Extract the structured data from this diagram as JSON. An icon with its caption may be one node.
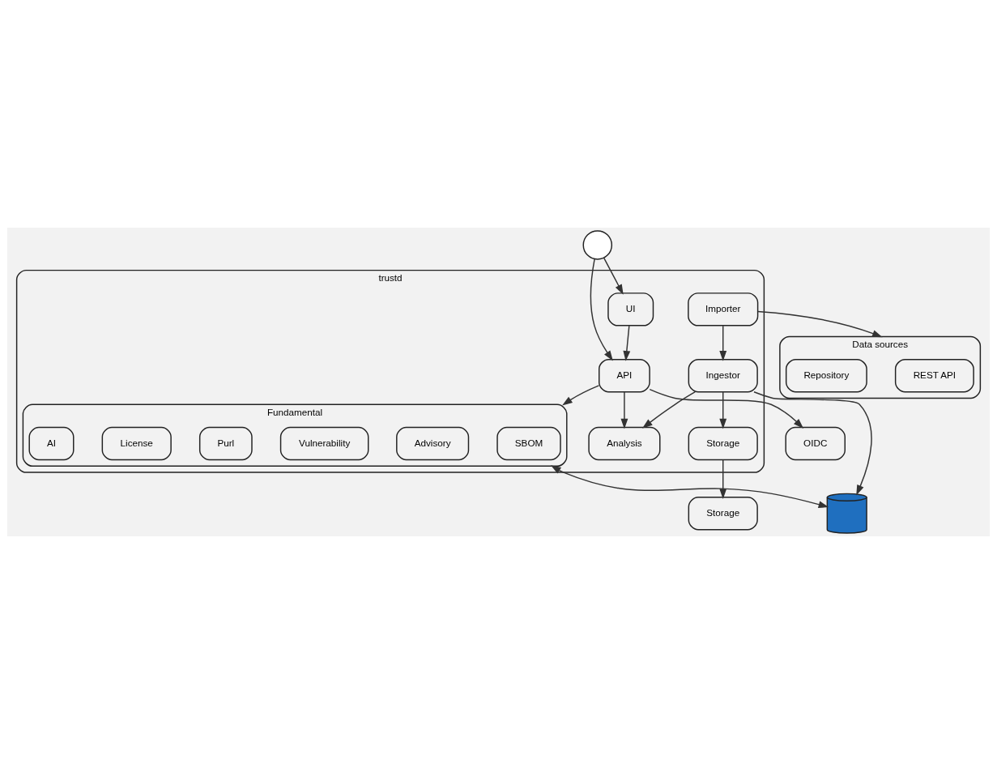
{
  "diagram": {
    "nodes": [
      {
        "text": [],
        "shape": "person"
      },
      {
        "text": [
          "trustd"
        ]
      },
      {
        "text": [
          "API"
        ],
        "in": 1
      },
      {
        "text": [
          "UI"
        ],
        "in": 1
      },
      {
        "text": [
          "Analysis"
        ],
        "in": 1
      },
      {
        "text": [
          "Storage"
        ],
        "in": 1
      },
      {
        "text": [
          "Fundamental"
        ],
        "in": 1
      },
      {
        "text": [
          "SBOM"
        ],
        "in": 6
      },
      {
        "text": [
          "Advisory"
        ],
        "in": 6
      },
      {
        "text": [
          "Vulnerability"
        ],
        "in": 6
      },
      {
        "text": [
          "Purl"
        ],
        "in": 6
      },
      {
        "text": [
          "License"
        ],
        "in": 6
      },
      {
        "text": [
          "AI"
        ],
        "in": 6
      },
      {
        "text": [
          "Ingestor"
        ],
        "in": 1
      },
      {
        "text": [
          "Importer"
        ],
        "in": 1
      },
      {
        "text": [
          "OIDC"
        ]
      },
      {
        "text": [
          "Storage"
        ]
      },
      {
        "text": [
          "Data sources"
        ]
      },
      {
        "text": [
          "REST API"
        ],
        "in": 17
      },
      {
        "text": [
          "Repository"
        ],
        "in": 17
      },
      {
        "text": [],
        "shape": "cylinder"
      }
    ],
    "edges": [
      {
        "from": 0,
        "to": 2,
        "arrow": "to"
      },
      {
        "from": 0,
        "to": 3,
        "arrow": "to"
      },
      {
        "from": 3,
        "to": 2,
        "arrow": "to"
      },
      {
        "from": 2,
        "to": 15,
        "arrow": "to"
      },
      {
        "from": 2,
        "to": 4,
        "arrow": "to"
      },
      {
        "from": 2,
        "to": 6,
        "arrow": "to"
      },
      {
        "from": 13,
        "to": 4,
        "arrow": "to"
      },
      {
        "from": 13,
        "to": 5,
        "arrow": "to"
      },
      {
        "from": 5,
        "to": 16,
        "arrow": "to"
      },
      {
        "from": 14,
        "to": 13,
        "arrow": "to"
      },
      {
        "from": 14,
        "to": 17,
        "arrow": "to"
      },
      {
        "from": 6,
        "to": 20,
        "arrow": "both"
      },
      {
        "from": 13,
        "to": 20,
        "arrow": "to"
      }
    ]
  }
}
